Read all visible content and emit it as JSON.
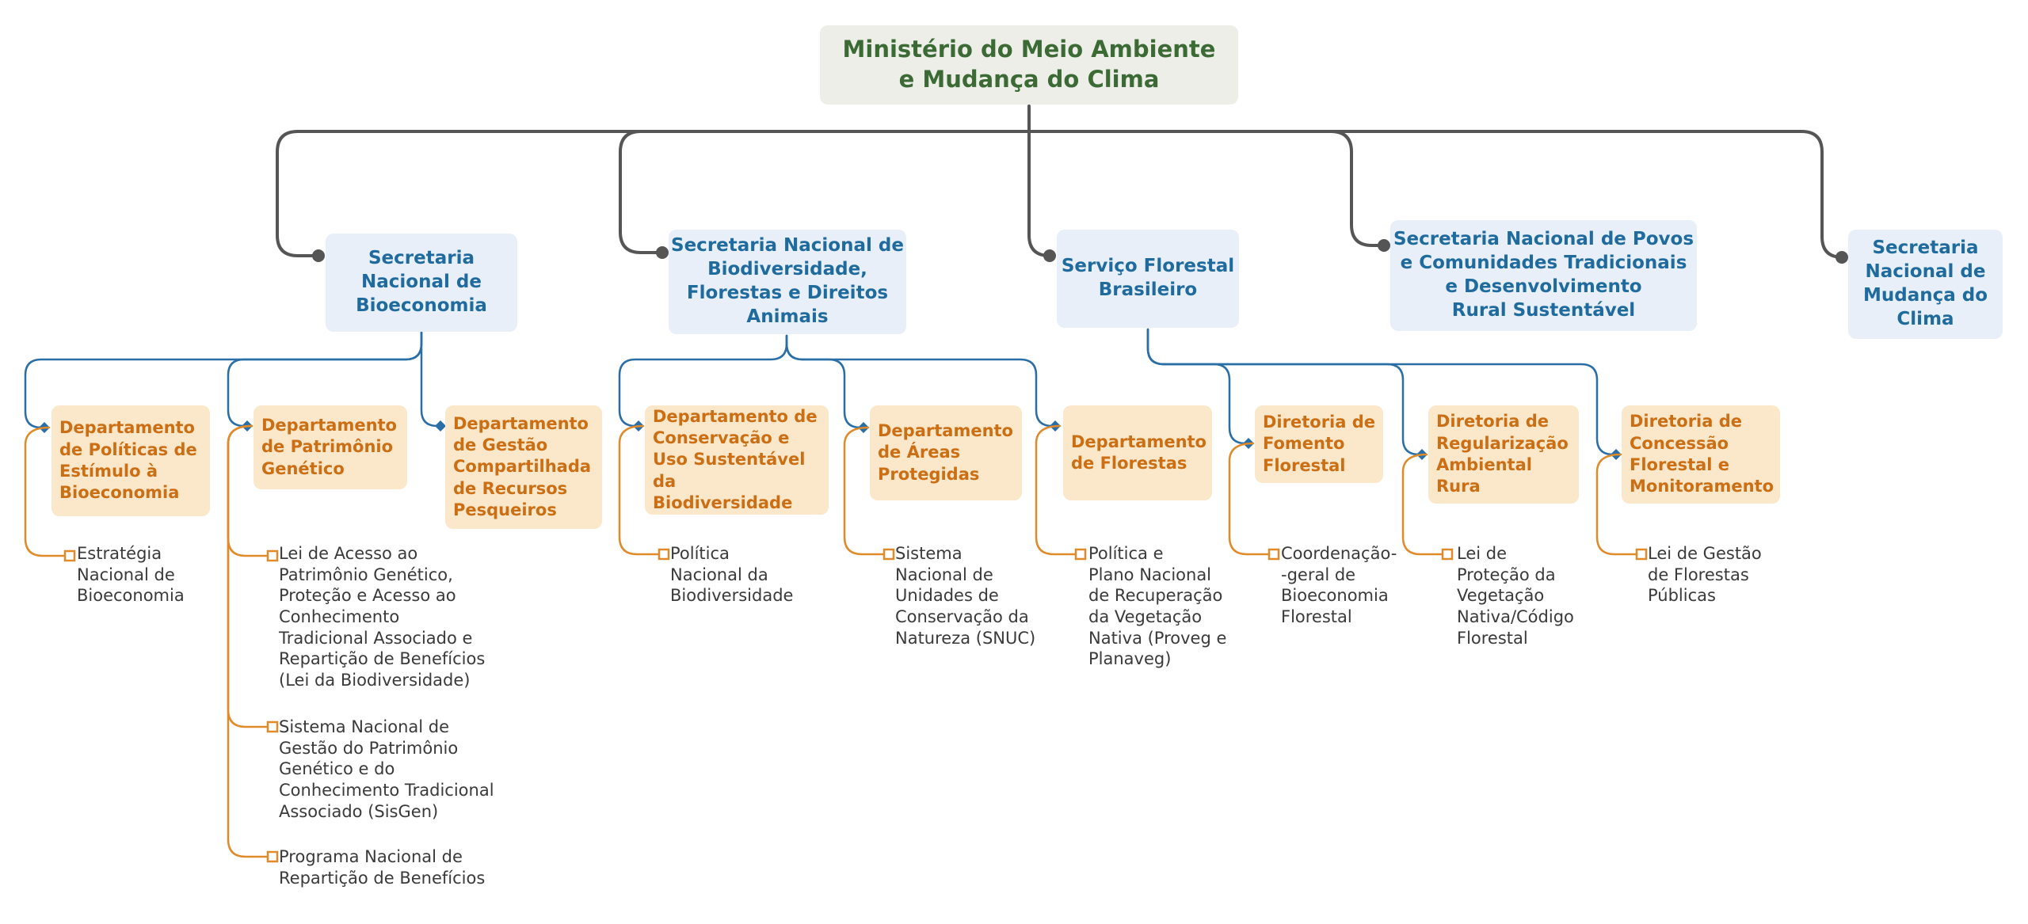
{
  "colors": {
    "root_text": "#3b6a35",
    "secretariat_text": "#1f6b9e",
    "department_text": "#cc6f14",
    "trunk_line": "#555555",
    "branch_line": "#2a6ea6",
    "leaf_line": "#e08a2a"
  },
  "root": {
    "label": "Ministério do Meio Ambiente\ne Mudança do Clima"
  },
  "secretariats": [
    {
      "label": "Secretaria\nNacional de\nBioeconomia",
      "departments": [
        {
          "label": "Departamento\nde Políticas de\nEstímulo à\nBioeconomia",
          "items": [
            "Estratégia\nNacional de\nBioeconomia"
          ]
        },
        {
          "label": "Departamento\nde Patrimônio\nGenético",
          "items": [
            "Lei de Acesso ao\nPatrimônio Genético,\nProteção e Acesso ao\nConhecimento\nTradicional Associado e\nRepartição de Benefícios\n(Lei da Biodiversidade)",
            "Sistema Nacional de\nGestão do Patrimônio\nGenético e do\nConhecimento Tradicional\nAssociado (SisGen)",
            "Programa Nacional de\nRepartição de Benefícios"
          ]
        },
        {
          "label": "Departamento\nde Gestão\nCompartilhada\nde Recursos\nPesqueiros",
          "items": []
        }
      ]
    },
    {
      "label": "Secretaria Nacional de\nBiodiversidade,\nFlorestas e Direitos\nAnimais",
      "departments": [
        {
          "label": "Departamento de\nConservação e\nUso Sustentável\nda Biodiversidade",
          "items": [
            "Política\nNacional da\nBiodiversidade"
          ]
        },
        {
          "label": "Departamento\nde Áreas\nProtegidas",
          "items": [
            "Sistema\nNacional de\nUnidades de\nConservação da\nNatureza (SNUC)"
          ]
        },
        {
          "label": "Departamento\nde Florestas",
          "items": [
            "Política e\nPlano Nacional\nde Recuperação\nda Vegetação\nNativa (Proveg e\nPlanaveg)"
          ]
        }
      ]
    },
    {
      "label": "Serviço Florestal\nBrasileiro",
      "departments": [
        {
          "label": "Diretoria de\nFomento\nFlorestal",
          "items": [
            "Coordenação-\n-geral de\nBioeconomia\nFlorestal"
          ]
        },
        {
          "label": "Diretoria de\nRegularização\nAmbiental\nRura",
          "items": [
            "Lei de\nProteção da\nVegetação\nNativa/Código\nFlorestal"
          ]
        },
        {
          "label": "Diretoria de\nConcessão\nFlorestal e\nMonitoramento",
          "items": [
            "Lei de Gestão\nde Florestas\nPúblicas"
          ]
        }
      ]
    },
    {
      "label": "Secretaria Nacional de Povos\ne Comunidades Tradicionais\ne Desenvolvimento\nRural Sustentável",
      "departments": []
    },
    {
      "label": "Secretaria\nNacional de\nMudança do\nClima",
      "departments": []
    }
  ]
}
